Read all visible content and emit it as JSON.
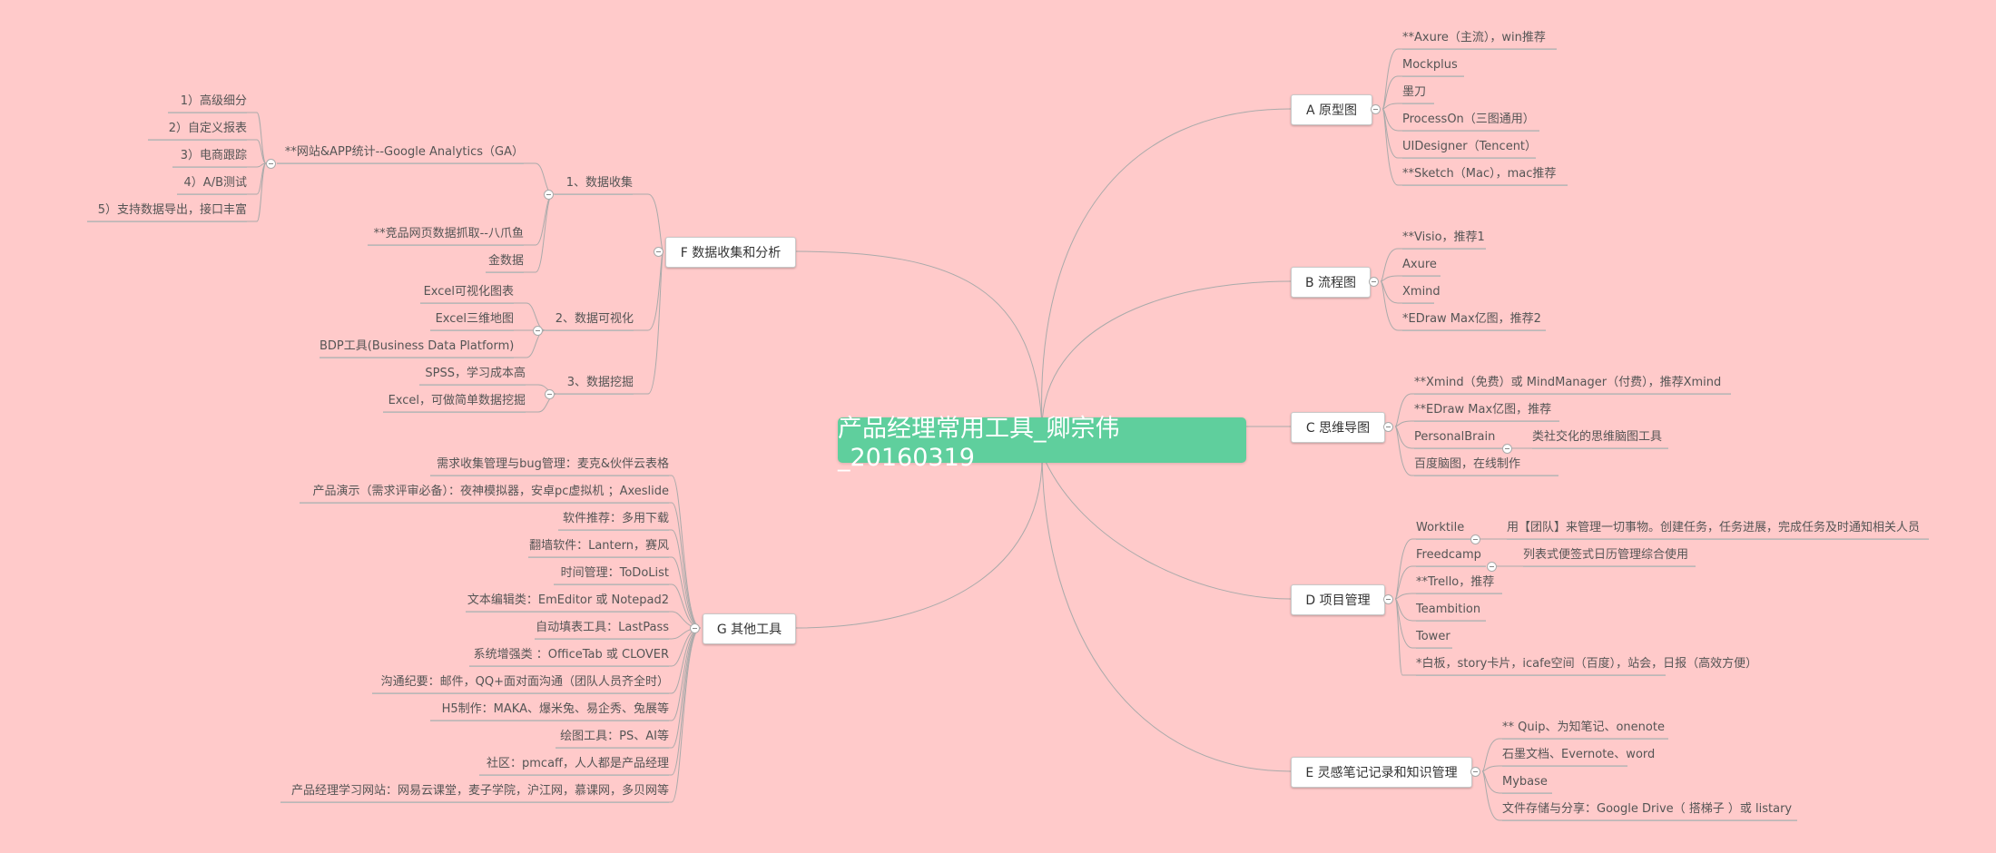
{
  "root": {
    "title": "产品经理常用工具_卿宗伟_20160319",
    "color": "#5fcf9d"
  },
  "colors": {
    "background": "#ffcaca",
    "line": "#aaaaaa"
  },
  "A": {
    "label": "A 原型图",
    "items": [
      "**Axure（主流），win推荐",
      "Mockplus",
      "墨刀",
      "ProcessOn（三图通用）",
      "UIDesigner（Tencent）",
      "**Sketch（Mac），mac推荐"
    ]
  },
  "B": {
    "label": "B 流程图",
    "items": [
      "**Visio，推荐1",
      "Axure",
      "Xmind",
      "*EDraw Max亿图，推荐2"
    ]
  },
  "C": {
    "label": "C 思维导图",
    "items": [
      "**Xmind（免费）或 MindManager（付费），推荐Xmind",
      "**EDraw Max亿图，推荐",
      "PersonalBrain",
      "百度脑图，在线制作"
    ],
    "note": "类社交化的思维脑图工具"
  },
  "D": {
    "label": "D 项目管理",
    "items": [
      "Worktile",
      "Freedcamp",
      "**Trello，推荐",
      "Teambition",
      "Tower",
      "*白板，story卡片，icafe空间（百度），站会，日报（高效方便）"
    ],
    "notes": [
      "用【团队】来管理一切事物。创建任务，任务进展，完成任务及时通知相关人员",
      "列表式便签式日历管理综合使用"
    ]
  },
  "E": {
    "label": "E 灵感笔记记录和知识管理",
    "items": [
      "** Quip、为知笔记、onenote",
      "石墨文档、Evernote、word",
      "Mybase",
      "文件存储与分享：Google Drive（ 搭梯子 ）或 listary"
    ]
  },
  "F": {
    "label": "F 数据收集和分析",
    "sub1": {
      "label": "1、数据收集",
      "ga": "**网站&APP统计--Google Analytics（GA）",
      "ga_items": [
        "1）高级细分",
        "2）自定义报表",
        "3）电商跟踪",
        "4）A/B测试",
        "5）支持数据导出，接口丰富"
      ],
      "items": [
        "**竞品网页数据抓取--八爪鱼",
        "金数据"
      ]
    },
    "sub2": {
      "label": "2、数据可视化",
      "items": [
        "Excel可视化图表",
        "Excel三维地图",
        "BDP工具(Business Data Platform)"
      ]
    },
    "sub3": {
      "label": "3、数据挖掘",
      "items": [
        "SPSS，学习成本高",
        "Excel，可做简单数据挖掘"
      ]
    }
  },
  "G": {
    "label": "G 其他工具",
    "items": [
      "需求收集管理与bug管理：麦克&伙伴云表格",
      "产品演示（需求评审必备）：夜神模拟器，安卓pc虚拟机 ；Axeslide",
      "软件推荐：多用下载",
      "翻墙软件：Lantern，赛风",
      "时间管理：ToDoList",
      "文本编辑类：EmEditor 或 Notepad2",
      "自动填表工具：LastPass",
      "系统增强类 ：OfficeTab 或 CLOVER",
      "沟通纪要：邮件，QQ+面对面沟通（团队人员齐全时）",
      "H5制作：MAKA、爆米兔、易企秀、兔展等",
      "绘图工具：PS、AI等",
      "社区：pmcaff，人人都是产品经理",
      "产品经理学习网站：网易云课堂，麦子学院，沪江网，慕课网，多贝网等"
    ]
  }
}
